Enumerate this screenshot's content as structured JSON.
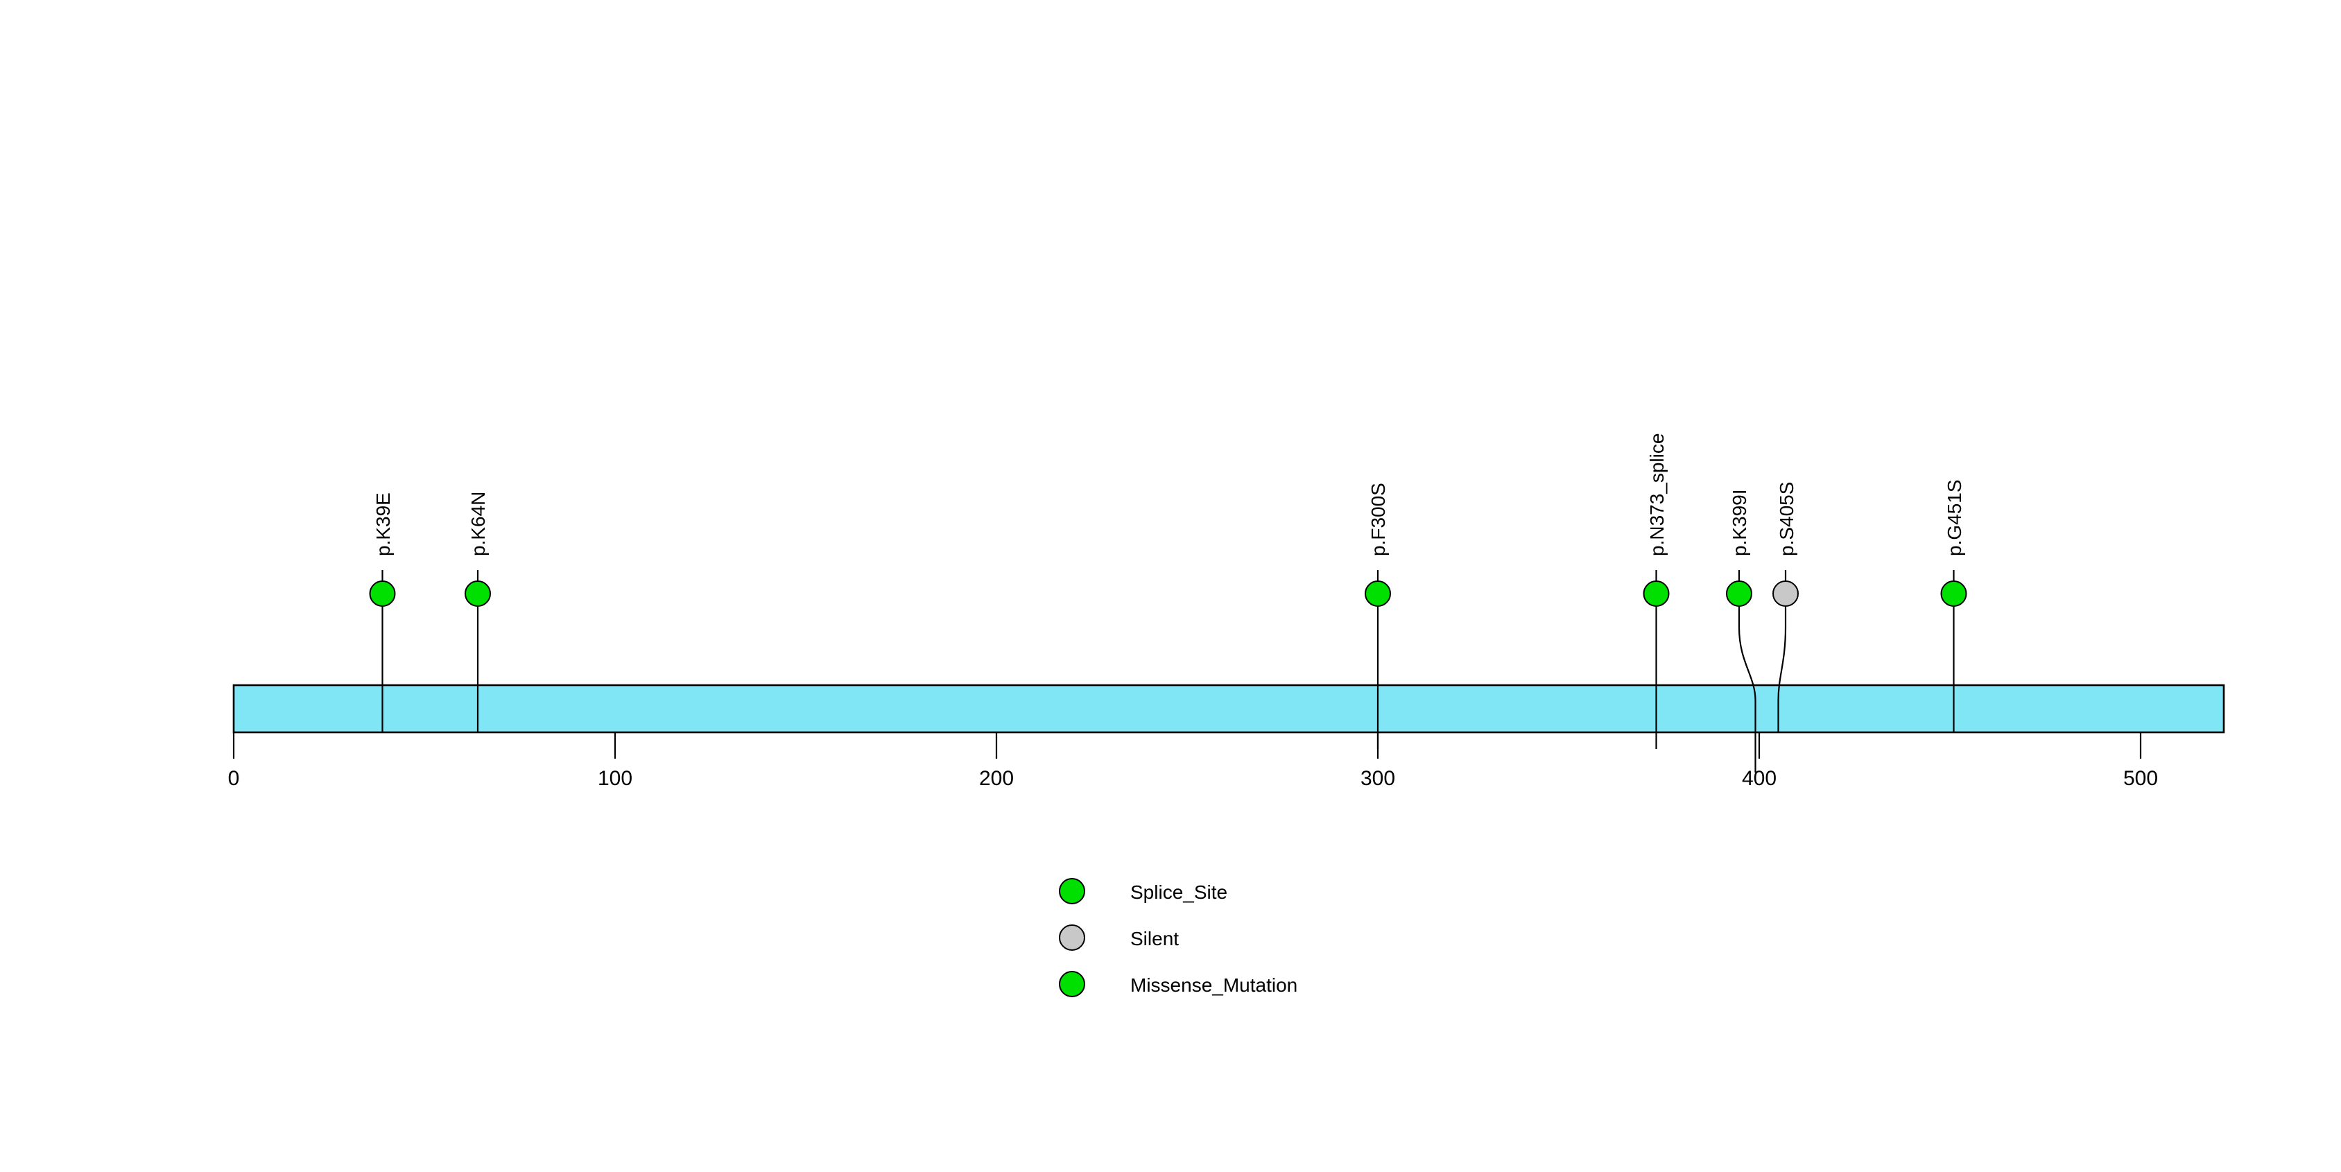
{
  "chart_data": {
    "type": "lollipop",
    "title": "",
    "xlabel": "",
    "ylabel": "",
    "xlim": [
      0,
      521
    ],
    "axis_ticks": [
      {
        "value": 0,
        "label": "0"
      },
      {
        "value": 100,
        "label": "100"
      },
      {
        "value": 200,
        "label": "200"
      },
      {
        "value": 300,
        "label": "300"
      },
      {
        "value": 400,
        "label": "400"
      },
      {
        "value": 500,
        "label": "500"
      }
    ],
    "protein_bar": {
      "name": "protein-backbone",
      "start": 0,
      "end": 521,
      "color": "#80E5F5",
      "border_color": "#000000"
    },
    "mutations": [
      {
        "label": "p.K39E",
        "position": 39,
        "type": "Missense_Mutation",
        "color": "#00E000",
        "count": 1
      },
      {
        "label": "p.K64N",
        "position": 64,
        "type": "Missense_Mutation",
        "color": "#00E000",
        "count": 1
      },
      {
        "label": "p.F300S",
        "position": 300,
        "type": "Missense_Mutation",
        "color": "#00E000",
        "count": 1
      },
      {
        "label": "p.N373_splice",
        "position": 373,
        "type": "Splice_Site",
        "color": "#00E000",
        "count": 1
      },
      {
        "label": "p.K399I",
        "position": 399,
        "type": "Missense_Mutation",
        "color": "#00E000",
        "count": 1
      },
      {
        "label": "p.S405S",
        "position": 405,
        "type": "Silent",
        "color": "#C8C8C8",
        "count": 1
      },
      {
        "label": "p.G451S",
        "position": 451,
        "type": "Missense_Mutation",
        "color": "#00E000",
        "count": 1
      }
    ],
    "legend": {
      "position": "bottom",
      "entries": [
        {
          "label": "Splice_Site",
          "color": "#00E000"
        },
        {
          "label": "Silent",
          "color": "#C8C8C8"
        },
        {
          "label": "Missense_Mutation",
          "color": "#C8C8C8"
        }
      ]
    }
  },
  "legend_items": [
    {
      "label": "Splice_Site",
      "color": "#00E000"
    },
    {
      "label": "Silent",
      "color": "#C8C8C8"
    },
    {
      "label": "Missense_Mutation",
      "color": "#00E000"
    }
  ],
  "axis": {
    "ticks": [
      "0",
      "100",
      "200",
      "300",
      "400",
      "500"
    ]
  },
  "labels": {
    "m0": "p.K39E",
    "m1": "p.K64N",
    "m2": "p.F300S",
    "m3": "p.N373_splice",
    "m4": "p.K399I",
    "m5": "p.S405S",
    "m6": "p.G451S"
  },
  "colors": {
    "green": "#00E000",
    "grey": "#C8C8C8",
    "bar": "#80E5F5",
    "line": "#000000"
  }
}
